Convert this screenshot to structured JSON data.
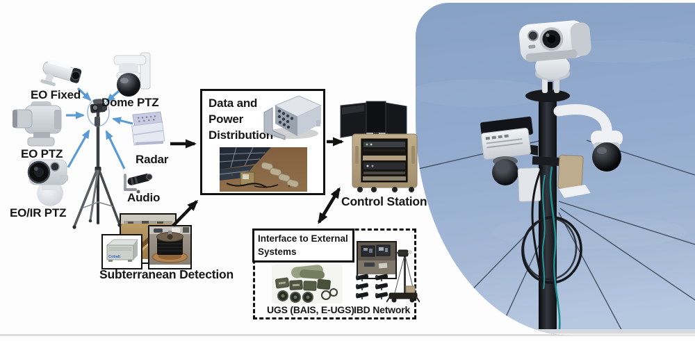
{
  "diagram": {
    "sensors": {
      "eo_fixed": "EO Fixed",
      "dome_ptz": "Dome PTZ",
      "eo_ptz": "EO PTZ",
      "radar": "Radar",
      "eo_ir_ptz": "EO/IR PTZ",
      "audio": "Audio",
      "subterranean": "Subterranean Detection"
    },
    "nodes": {
      "data_power_lines": [
        "Data and",
        "Power",
        "Distribution"
      ],
      "control_station": "Control Station",
      "interface_lines": [
        "Interface to External",
        "Systems"
      ],
      "ugs": "UGS (BAIS, E-UGS)",
      "ibd": "IBD Network"
    },
    "equipment_label": "Cobalt",
    "colors": {
      "sensor_arrow": "#5B9BD5",
      "flow_arrow": "#111111",
      "box_border": "#111111",
      "sky_top": "#87A1C5",
      "sky_bottom": "#B6C7E0",
      "case_tan": "#B3A284"
    }
  }
}
